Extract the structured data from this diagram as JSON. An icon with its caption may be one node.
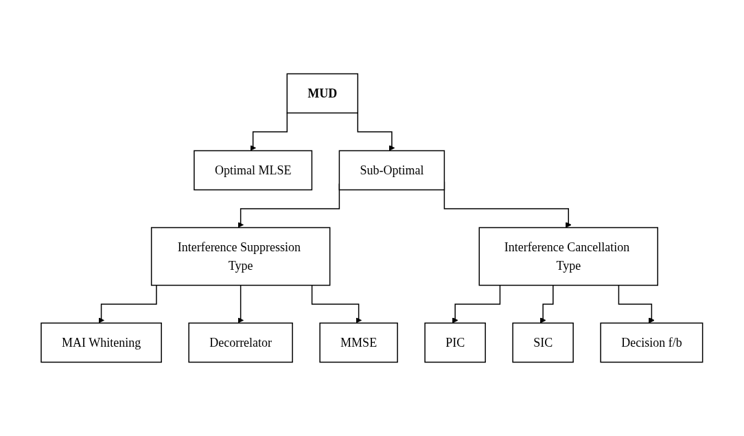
{
  "diagram": {
    "nodes": [
      {
        "text": [
          "MUD"
        ]
      },
      {
        "text": [
          "Optimal MLSE"
        ]
      },
      {
        "text": [
          "Sub-Optimal"
        ]
      },
      {
        "text": [
          "Interference Suppression Type"
        ]
      },
      {
        "text": [
          "Interference Cancellation Type"
        ]
      },
      {
        "text": [
          "MAI Whitening"
        ]
      },
      {
        "text": [
          "Decorrelator"
        ]
      },
      {
        "text": [
          "MMSE"
        ]
      },
      {
        "text": [
          "PIC"
        ]
      },
      {
        "text": [
          "SIC"
        ]
      },
      {
        "text": [
          "Decision f/b"
        ]
      }
    ],
    "edges": [
      {
        "from": 0,
        "to": 1,
        "arrow": "to"
      },
      {
        "from": 0,
        "to": 2,
        "arrow": "to"
      },
      {
        "from": 2,
        "to": 3,
        "arrow": "to"
      },
      {
        "from": 2,
        "to": 4,
        "arrow": "to"
      },
      {
        "from": 3,
        "to": 5,
        "arrow": "to"
      },
      {
        "from": 3,
        "to": 6,
        "arrow": "to"
      },
      {
        "from": 3,
        "to": 7,
        "arrow": "to"
      },
      {
        "from": 4,
        "to": 8,
        "arrow": "to"
      },
      {
        "from": 4,
        "to": 9,
        "arrow": "to"
      },
      {
        "from": 4,
        "to": 10,
        "arrow": "to"
      }
    ]
  }
}
